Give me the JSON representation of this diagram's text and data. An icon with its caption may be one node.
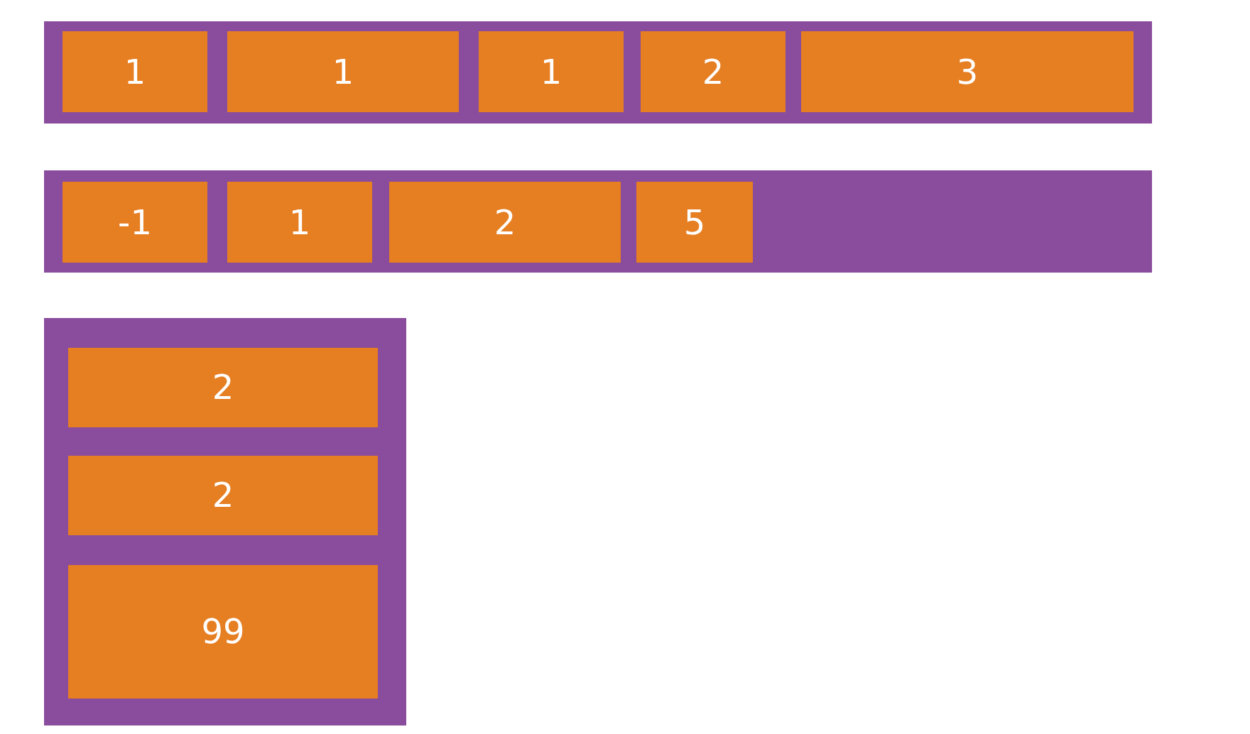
{
  "diagram": {
    "nodes": [
      {
        "text": [],
        "shape": "box"
      },
      {
        "text": [
          "1"
        ],
        "in": 0
      },
      {
        "text": [
          "1"
        ],
        "in": 0
      },
      {
        "text": [
          "1"
        ],
        "in": 0
      },
      {
        "text": [
          "2"
        ],
        "in": 0
      },
      {
        "text": [
          "3"
        ],
        "in": 0
      },
      {
        "text": [],
        "shape": "box"
      },
      {
        "text": [
          "-1"
        ],
        "in": 6
      },
      {
        "text": [
          "1"
        ],
        "in": 6
      },
      {
        "text": [
          "2"
        ],
        "in": 6
      },
      {
        "text": [
          "5"
        ],
        "in": 6
      },
      {
        "text": [],
        "shape": "box"
      },
      {
        "text": [
          "2"
        ],
        "in": 11
      },
      {
        "text": [
          "2"
        ],
        "in": 11
      },
      {
        "text": [
          "99"
        ],
        "in": 11
      }
    ]
  }
}
